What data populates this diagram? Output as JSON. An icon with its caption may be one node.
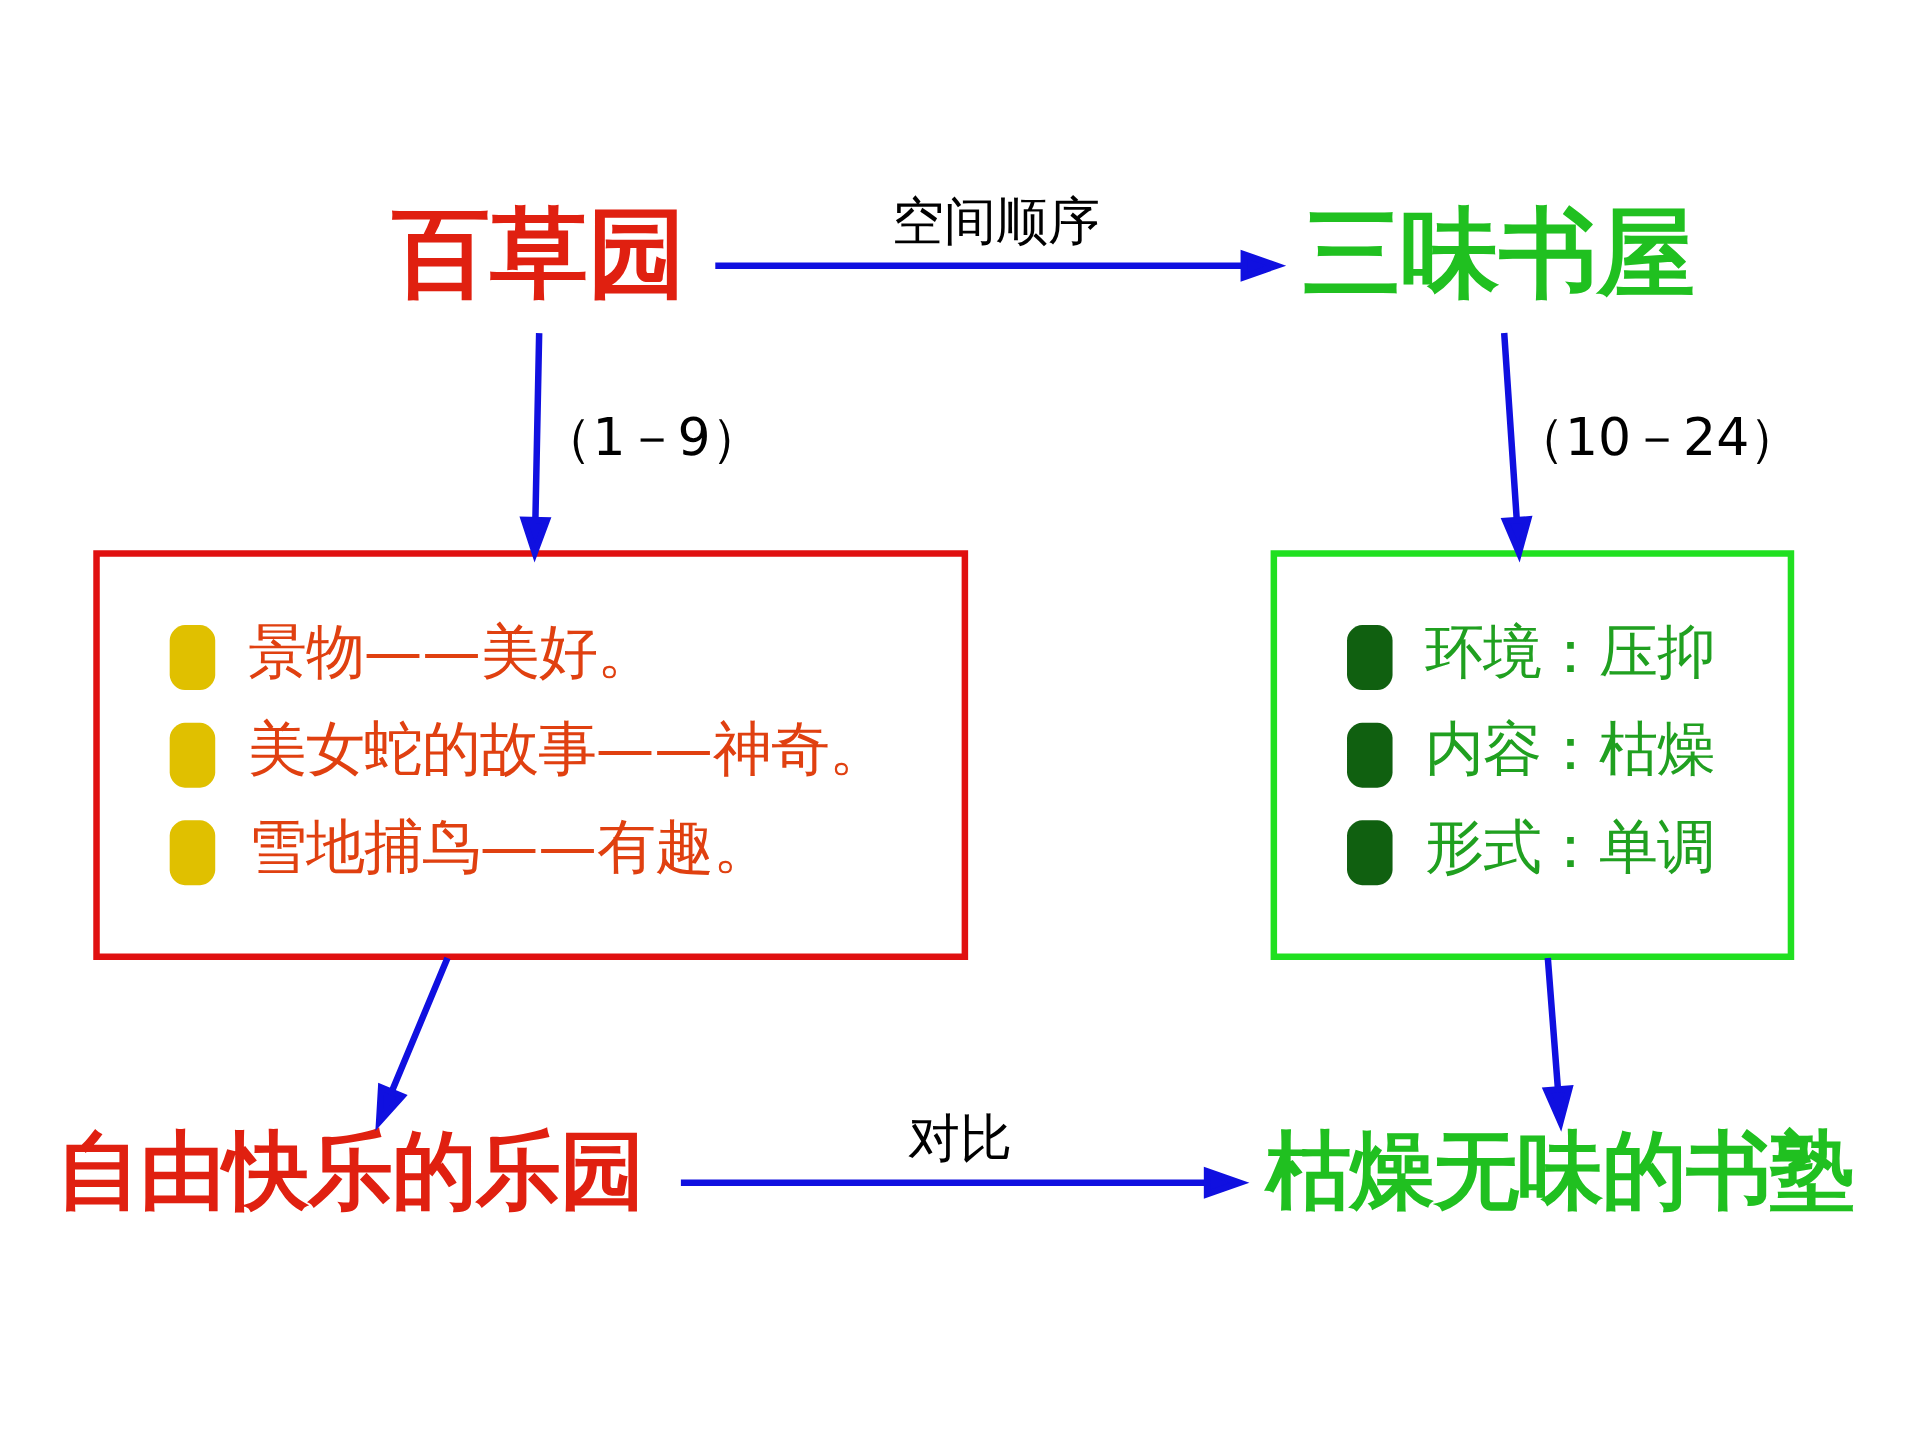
{
  "diagram": {
    "nodes": [
      {
        "text": [
          "百草园"
        ]
      },
      {
        "text": [
          "三味书屋"
        ]
      },
      {
        "text": [
          "景物——美好。",
          "美女蛇的故事——神奇。",
          "雪地捕鸟——有趣。"
        ]
      },
      {
        "text": [
          "环境：压抑",
          "内容：枯燥",
          "形式：单调"
        ]
      },
      {
        "text": [
          "自由快乐的乐园"
        ]
      },
      {
        "text": [
          "枯燥无味的书塾"
        ]
      }
    ],
    "edges": [
      {
        "from": 0,
        "to": 1,
        "arrow": "to",
        "label": "空间顺序"
      },
      {
        "from": 0,
        "to": 2,
        "arrow": "to",
        "label": "（1－9）"
      },
      {
        "from": 1,
        "to": 3,
        "arrow": "to",
        "label": "（10－24）"
      },
      {
        "from": 2,
        "to": 4,
        "arrow": "to"
      },
      {
        "from": 3,
        "to": 5,
        "arrow": "to"
      },
      {
        "from": 4,
        "to": 5,
        "arrow": "to",
        "label": "对比"
      }
    ]
  }
}
